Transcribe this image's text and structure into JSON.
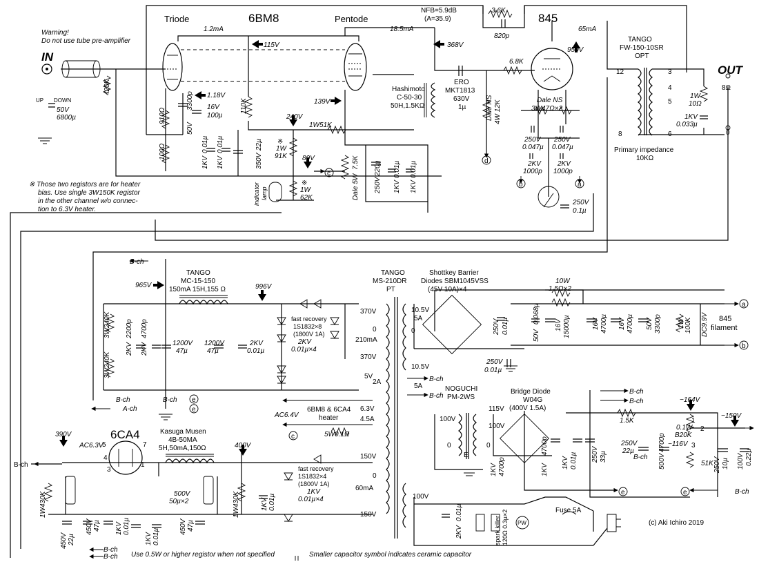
{
  "header": {
    "warning": "Warning!",
    "warning_detail": "Do not use tube pre-amplifier",
    "input": "IN",
    "output": "OUT",
    "triode": "Triode",
    "tube1": "6BM8",
    "pentode": "Pentode",
    "tube2": "845",
    "nfb": "NFB=5.9dB",
    "nfb_a": "(A=35.9)"
  },
  "driver": {
    "i_triode": "1.2mA",
    "i_pentode": "18.5mA",
    "v_115": "115V",
    "v_368": "368V",
    "v_118": "1.18V",
    "v_139": "139V",
    "v_240": "240V",
    "v_80": "80V",
    "r_in": "420K",
    "sw_up": "UP",
    "sw_down": "DOWN",
    "c_in_v": "50V",
    "c_in_u": "6800µ",
    "r_910": "910Ω",
    "c_3300_v": "50V",
    "c_3300": "3300p",
    "c_100_v": "16V",
    "c_100": "100µ",
    "r_110k": "110K",
    "r_100": "100Ω",
    "c_001a_v": "1KV",
    "c_001a": "0.01µ",
    "c_001b_v": "1KV",
    "c_001b": "0.01µ",
    "c_22_v": "350V",
    "c_22": "22µ",
    "r_1w51k": "1W51K",
    "r_91k_w": "1W",
    "r_91k": "91K",
    "r_62k_w": "1W",
    "r_62k": "62K",
    "note_mark": "※",
    "lamp_1": "indicator",
    "lamp_2": "lamp",
    "r_dale_1": "Dale 5W",
    "r_dale_2": "7.5K",
    "c_220_v": "250V",
    "c_220": "220µ",
    "c_001c_v": "1KV",
    "c_001c": "0.01µ",
    "c_001d_v": "1KV",
    "c_001d": "0.01µ",
    "note_1": "※ Those two registors are for heater",
    "note_2": "bias. Use single 3W150K registor",
    "note_3": "in the other channel w/o connec-",
    "note_4": "tion to 6.3V heater."
  },
  "output_stage": {
    "r_nfb": "3.6K",
    "c_nfb": "820p",
    "i_845": "65mA",
    "v_950": "950V",
    "choke_1": "Hashimoto",
    "choke_2": "C-50-30",
    "choke_3": "50H,1.5KΩ",
    "cap_1": "ERO",
    "cap_2": "MKT1813",
    "cap_3": "630V",
    "cap_4": "1µ",
    "r_grid": "6.8K",
    "r_leak_1": "Dale NS",
    "r_leak_2": "4W 12K",
    "r_fil_1": "Dale NS",
    "r_fil_2": "3W47Ω×2",
    "c_fil_a_v": "250V",
    "c_fil_a": "0.047µ",
    "c_fil_b_v": "250V",
    "c_fil_b": "0.047µ",
    "c_fil_c_v": "2KV",
    "c_fil_c": "1000p",
    "c_fil_d_v": "2KV",
    "c_fil_d": "1000p",
    "c_meter_v": "250V",
    "c_meter": "0.1µ",
    "opt_1": "TANGO",
    "opt_2": "FW-150-10SR",
    "opt_3": "OPT",
    "opt_imp_1": "Primary impedance",
    "opt_imp_2": "10KΩ",
    "r_zobel_w": "1W",
    "r_zobel": "10Ω",
    "c_zobel_v": "1KV",
    "c_zobel": "0.033µ",
    "out_8": "8Ω",
    "out_0": "0",
    "pin_12": "12",
    "pin_3": "3",
    "pin_4": "4",
    "pin_5": "5",
    "pin_6": "6",
    "pin_8": "8"
  },
  "power": {
    "bch": "B-ch",
    "ach": "A-ch",
    "v_965": "965V",
    "v_996": "996V",
    "choke_1": "TANGO",
    "choke_2": "MC-15-150",
    "choke_3": "150mA 15H,155 Ω",
    "r_240a": "3W240K",
    "r_240b": "3W240K",
    "c_2200_v": "2KV",
    "c_2200": "2200p",
    "c_4700_v": "2KV",
    "c_4700": "4700p",
    "c_1200a_1": "1200V",
    "c_1200a_2": "47µ",
    "c_1200b_1": "1200V",
    "c_1200b_2": "47µ",
    "c_2kv_1": "2KV",
    "c_2kv_2": "0.01µ",
    "fr_1": "fast recovery",
    "fr_2": "1S1832×8",
    "fr_3": "(1800V 1A)",
    "fr_4": "2KV",
    "fr_5": "0.01µ×4",
    "pt_1": "TANGO",
    "pt_2": "MS-210DR",
    "pt_3": "PT",
    "tap_370a": "370V",
    "tap_0a": "0",
    "tap_210": "210mA",
    "tap_370b": "370V",
    "tap_5v": "5V",
    "tap_2a": "2A",
    "tap_63": "6.3V",
    "tap_45": "4.5A",
    "heater_1": "6BM8 & 6CA4",
    "heater_2": "heater",
    "ac64": "AC6.4V",
    "r_5w": "5W0.1Ω",
    "sb_1": "Shottkey Barrier",
    "sb_2": "Diodes SBM1045VSS",
    "sb_3": "(45V 10A)×4",
    "tap_105": "10.5V",
    "tap_5a": "5A",
    "tap_0b": "0",
    "tap_105b": "10.5V",
    "tap_5ab": "5A",
    "c_sb_v": "250V",
    "c_sb": "0.01µ",
    "c_sb2_v": "250V",
    "c_sb2": "0.01µ",
    "r_10w_1": "10W",
    "r_10w_2": "1.5Ω×2",
    "c_f1_v": "50V",
    "c_f1": "0.068µ",
    "c_f2_v": "16V",
    "c_f2": "15000µ",
    "c_f3_v": "16V",
    "c_f3": "4700µ",
    "c_f4_v": "16V",
    "c_f4": "4700µ",
    "c_f5_v": "50V",
    "c_f5": "3300p",
    "r_f6_v": "1W",
    "r_f6": "100K",
    "dc99": "DC9.9V",
    "fil_1": "845",
    "fil_2": "filament",
    "tube3": "6CA4",
    "v_390": "390V",
    "v_400": "400V",
    "ac63": "AC6.3V",
    "km_1": "Kasuga Musen",
    "km_2": "4B-50MA",
    "km_3": "5H,50mA,150Ω",
    "r_430a_1": "1W430K",
    "r_430b_1": "1W430K",
    "c_500_1": "500V",
    "c_500_2": "50µ×2",
    "c_450a_v": "450V",
    "c_450a": "22µ",
    "c_450b_v": "450V",
    "c_450b": "47µ",
    "c_1kva_v": "1KV",
    "c_1kva": "0.01µ",
    "c_1kvb_v": "1KV",
    "c_1kvb": "0.01µ",
    "c_450c_v": "450V",
    "c_450c": "47µ",
    "c_1kvc_v": "1KV",
    "c_1kvc": "0.01µ",
    "fr2_1": "fast recovery",
    "fr2_2": "1S1832×4",
    "fr2_3": "(1800V 1A)",
    "fr2_4": "1KV",
    "fr2_5": "0.01µ×4",
    "tap_150a": "150V",
    "tap_0c": "0",
    "tap_60": "60mA",
    "tap_150b": "150V",
    "tap_100": "100V",
    "bias_1": "NOGUCHI",
    "bias_2": "PM-2WS",
    "bias_100": "100V",
    "bias_0": "0",
    "bias_115": "115V",
    "bias_100b": "100V",
    "bias_0b": "0",
    "bias_e": "E",
    "bd_1": "Bridge Diode",
    "bd_2": "W04G",
    "bd_3": "(400V 1.5A)",
    "c_b1_v": "1KV",
    "c_b1": "4700p",
    "c_b2_v": "1KV",
    "c_b2": "4700p",
    "c_b3_v": "1KV",
    "c_b3": "0.01µ",
    "c_b4_v": "250V",
    "c_b4": "33µ",
    "r_15k": "1.5K",
    "v_m164": "−164V",
    "v_m150": "−150V",
    "v_m116": "−116V",
    "c_b5_v": "250V",
    "c_b5": "22µ",
    "c_b6_v": "500V",
    "c_b6": "4700p",
    "vr_1": "0.1W",
    "vr_2": "B20K",
    "r_51k": "51K",
    "c_b7_v": "250V",
    "c_b7": "10µ",
    "c_b8_v": "100V",
    "c_b8": "0.22µ",
    "c_ac_v": "2KV",
    "c_ac": "0.01µ",
    "sk_1": "spark killer",
    "sk_2": "120Ω 0.3µ×2",
    "pw": "PW",
    "fuse": "Fuse 5A",
    "pin_1": "1",
    "pin_2": "2",
    "pin_3": "3",
    "pin_4": "4",
    "pin_5": "5",
    "pin_7": "7"
  },
  "footer": {
    "note_r": "Use 0.5W or higher registor when not specified",
    "note_c": "Smaller capacitor symbol indicates ceramic capacitor",
    "copyright": "(c) Aki Ichiro 2019"
  },
  "markers": {
    "a": "a",
    "b": "b",
    "c": "c",
    "d": "d",
    "e": "e"
  }
}
